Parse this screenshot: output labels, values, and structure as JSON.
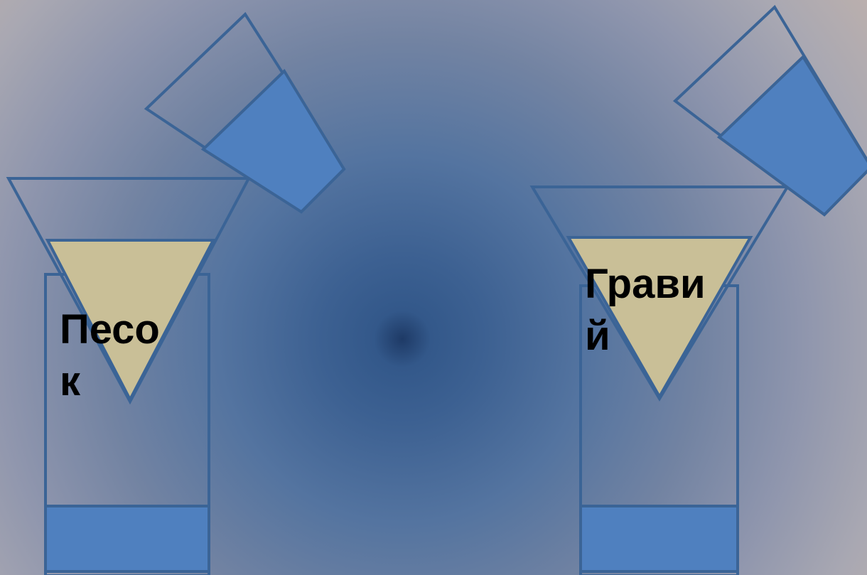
{
  "labels": {
    "left_line1": "Песо",
    "left_line2": "к",
    "right_line1": "Грави",
    "right_line2": "й"
  },
  "colors": {
    "outline": "#3b6496",
    "water": "#4f80bf",
    "filter_fill": "#c9bf97",
    "text": "#000000"
  }
}
